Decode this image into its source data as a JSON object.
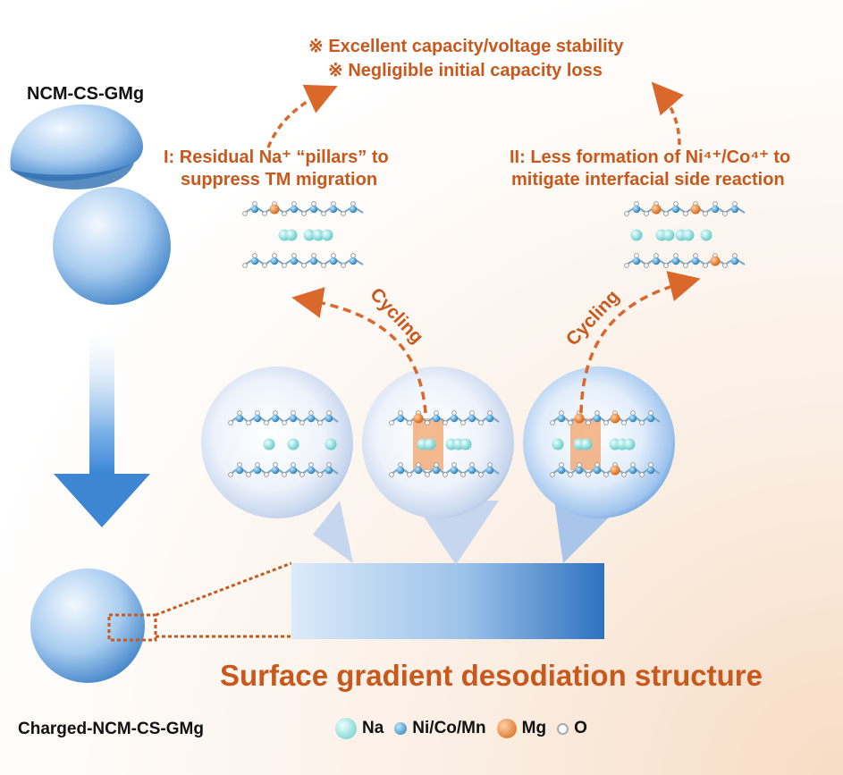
{
  "labels": {
    "top_material": "NCM-CS-GMg",
    "bottom_material": "Charged-NCM-CS-GMg",
    "benefit_1": "※ Excellent capacity/voltage stability",
    "benefit_2": "※ Negligible initial capacity loss",
    "mechanism_1_line1": "I: Residual Na⁺ “pillars” to",
    "mechanism_1_line2": "suppress TM migration",
    "mechanism_2_line1": "II: Less formation of Ni⁴⁺/Co⁴⁺ to",
    "mechanism_2_line2": "mitigate interfacial side reaction",
    "cycling_left": "Cycling",
    "cycling_right": "Cycling",
    "structure_title": "Surface gradient desodiation structure"
  },
  "legend": [
    {
      "label": "Na",
      "color": "#8fe0df",
      "icon": "na-atom-icon"
    },
    {
      "label": "Ni/Co/Mn",
      "color": "#3a9ac8",
      "icon": "tm-atom-icon"
    },
    {
      "label": "Mg",
      "color": "#e8751f",
      "icon": "mg-atom-icon"
    },
    {
      "label": "O",
      "color": "#bdbdbd",
      "icon": "o-atom-icon"
    }
  ],
  "colors": {
    "accent_orange": "#c8581c",
    "sphere_blue": "#4a8fd0",
    "arrow_blue": "#3d8ad6"
  }
}
